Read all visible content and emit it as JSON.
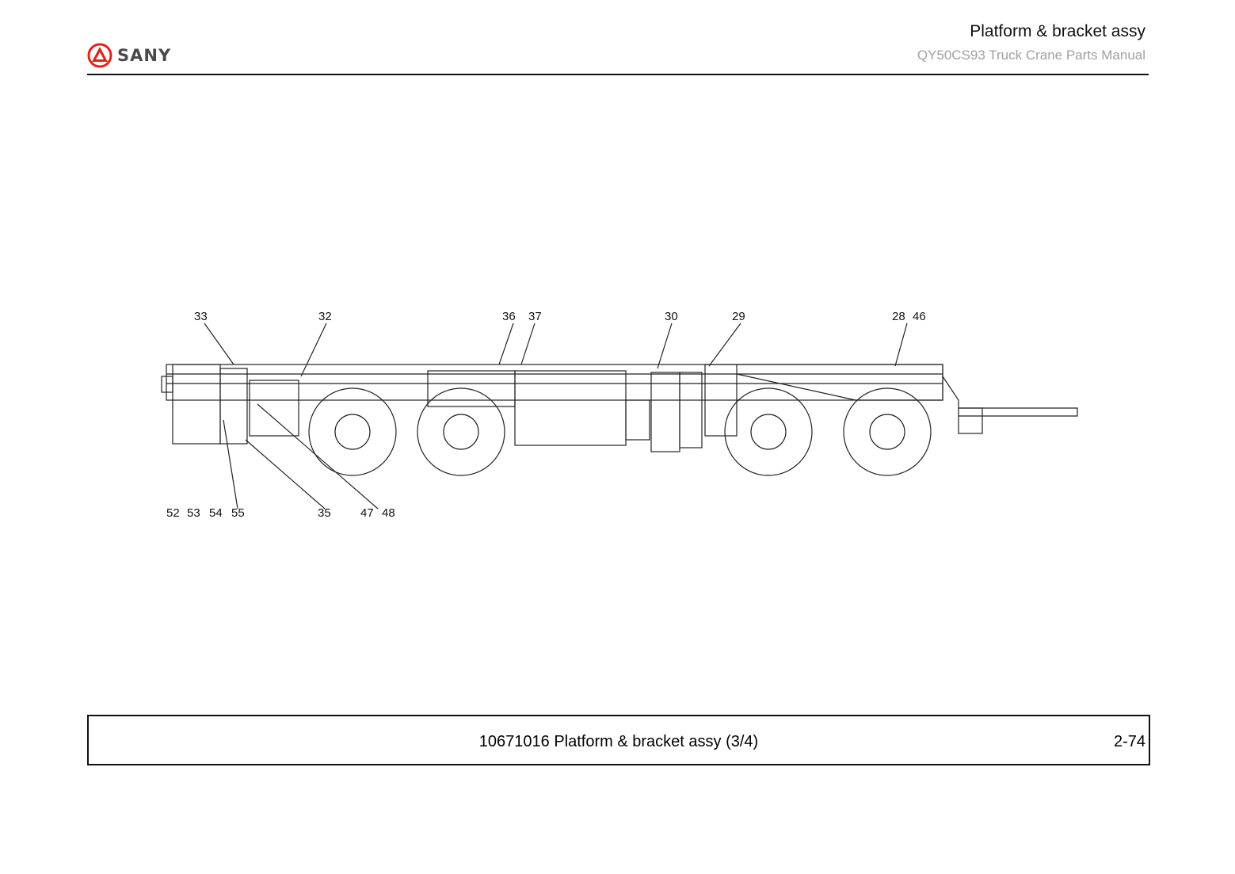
{
  "header": {
    "brand": "SANY",
    "title": "Platform & bracket assy",
    "subtitle": "QY50CS93 Truck Crane  Parts Manual",
    "logo_icon": "sany-triangle-logo-icon",
    "brand_color": "#e2231a"
  },
  "drawing": {
    "callouts_top": [
      "33",
      "32",
      "36",
      "37",
      "30",
      "29",
      "28",
      "46"
    ],
    "callouts_bottom": [
      "52",
      "53",
      "54",
      "55",
      "35",
      "47",
      "48"
    ]
  },
  "footer": {
    "caption": "10671016 Platform & bracket assy (3/4)",
    "page": "2-74"
  }
}
